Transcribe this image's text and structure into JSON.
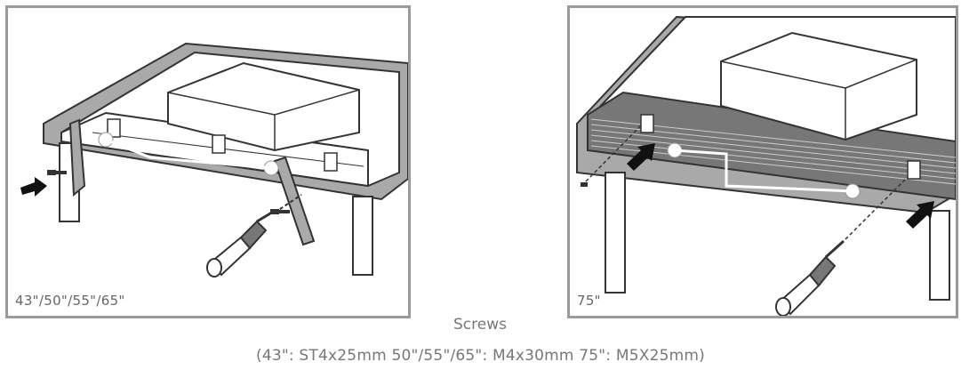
{
  "panels": [
    {
      "size_label": "43\"/50\"/55\"/65\""
    },
    {
      "size_label": "75\""
    }
  ],
  "caption": {
    "screws_label": "Screws",
    "specs_label": "(43\": ST4x25mm  50\"/55\"/65\": M4x30mm  75\": M5X25mm)"
  },
  "colors": {
    "frame": "#9a9a9a",
    "table_top": "#a9a9a9",
    "line": "#333333",
    "arrow": "#111111"
  }
}
